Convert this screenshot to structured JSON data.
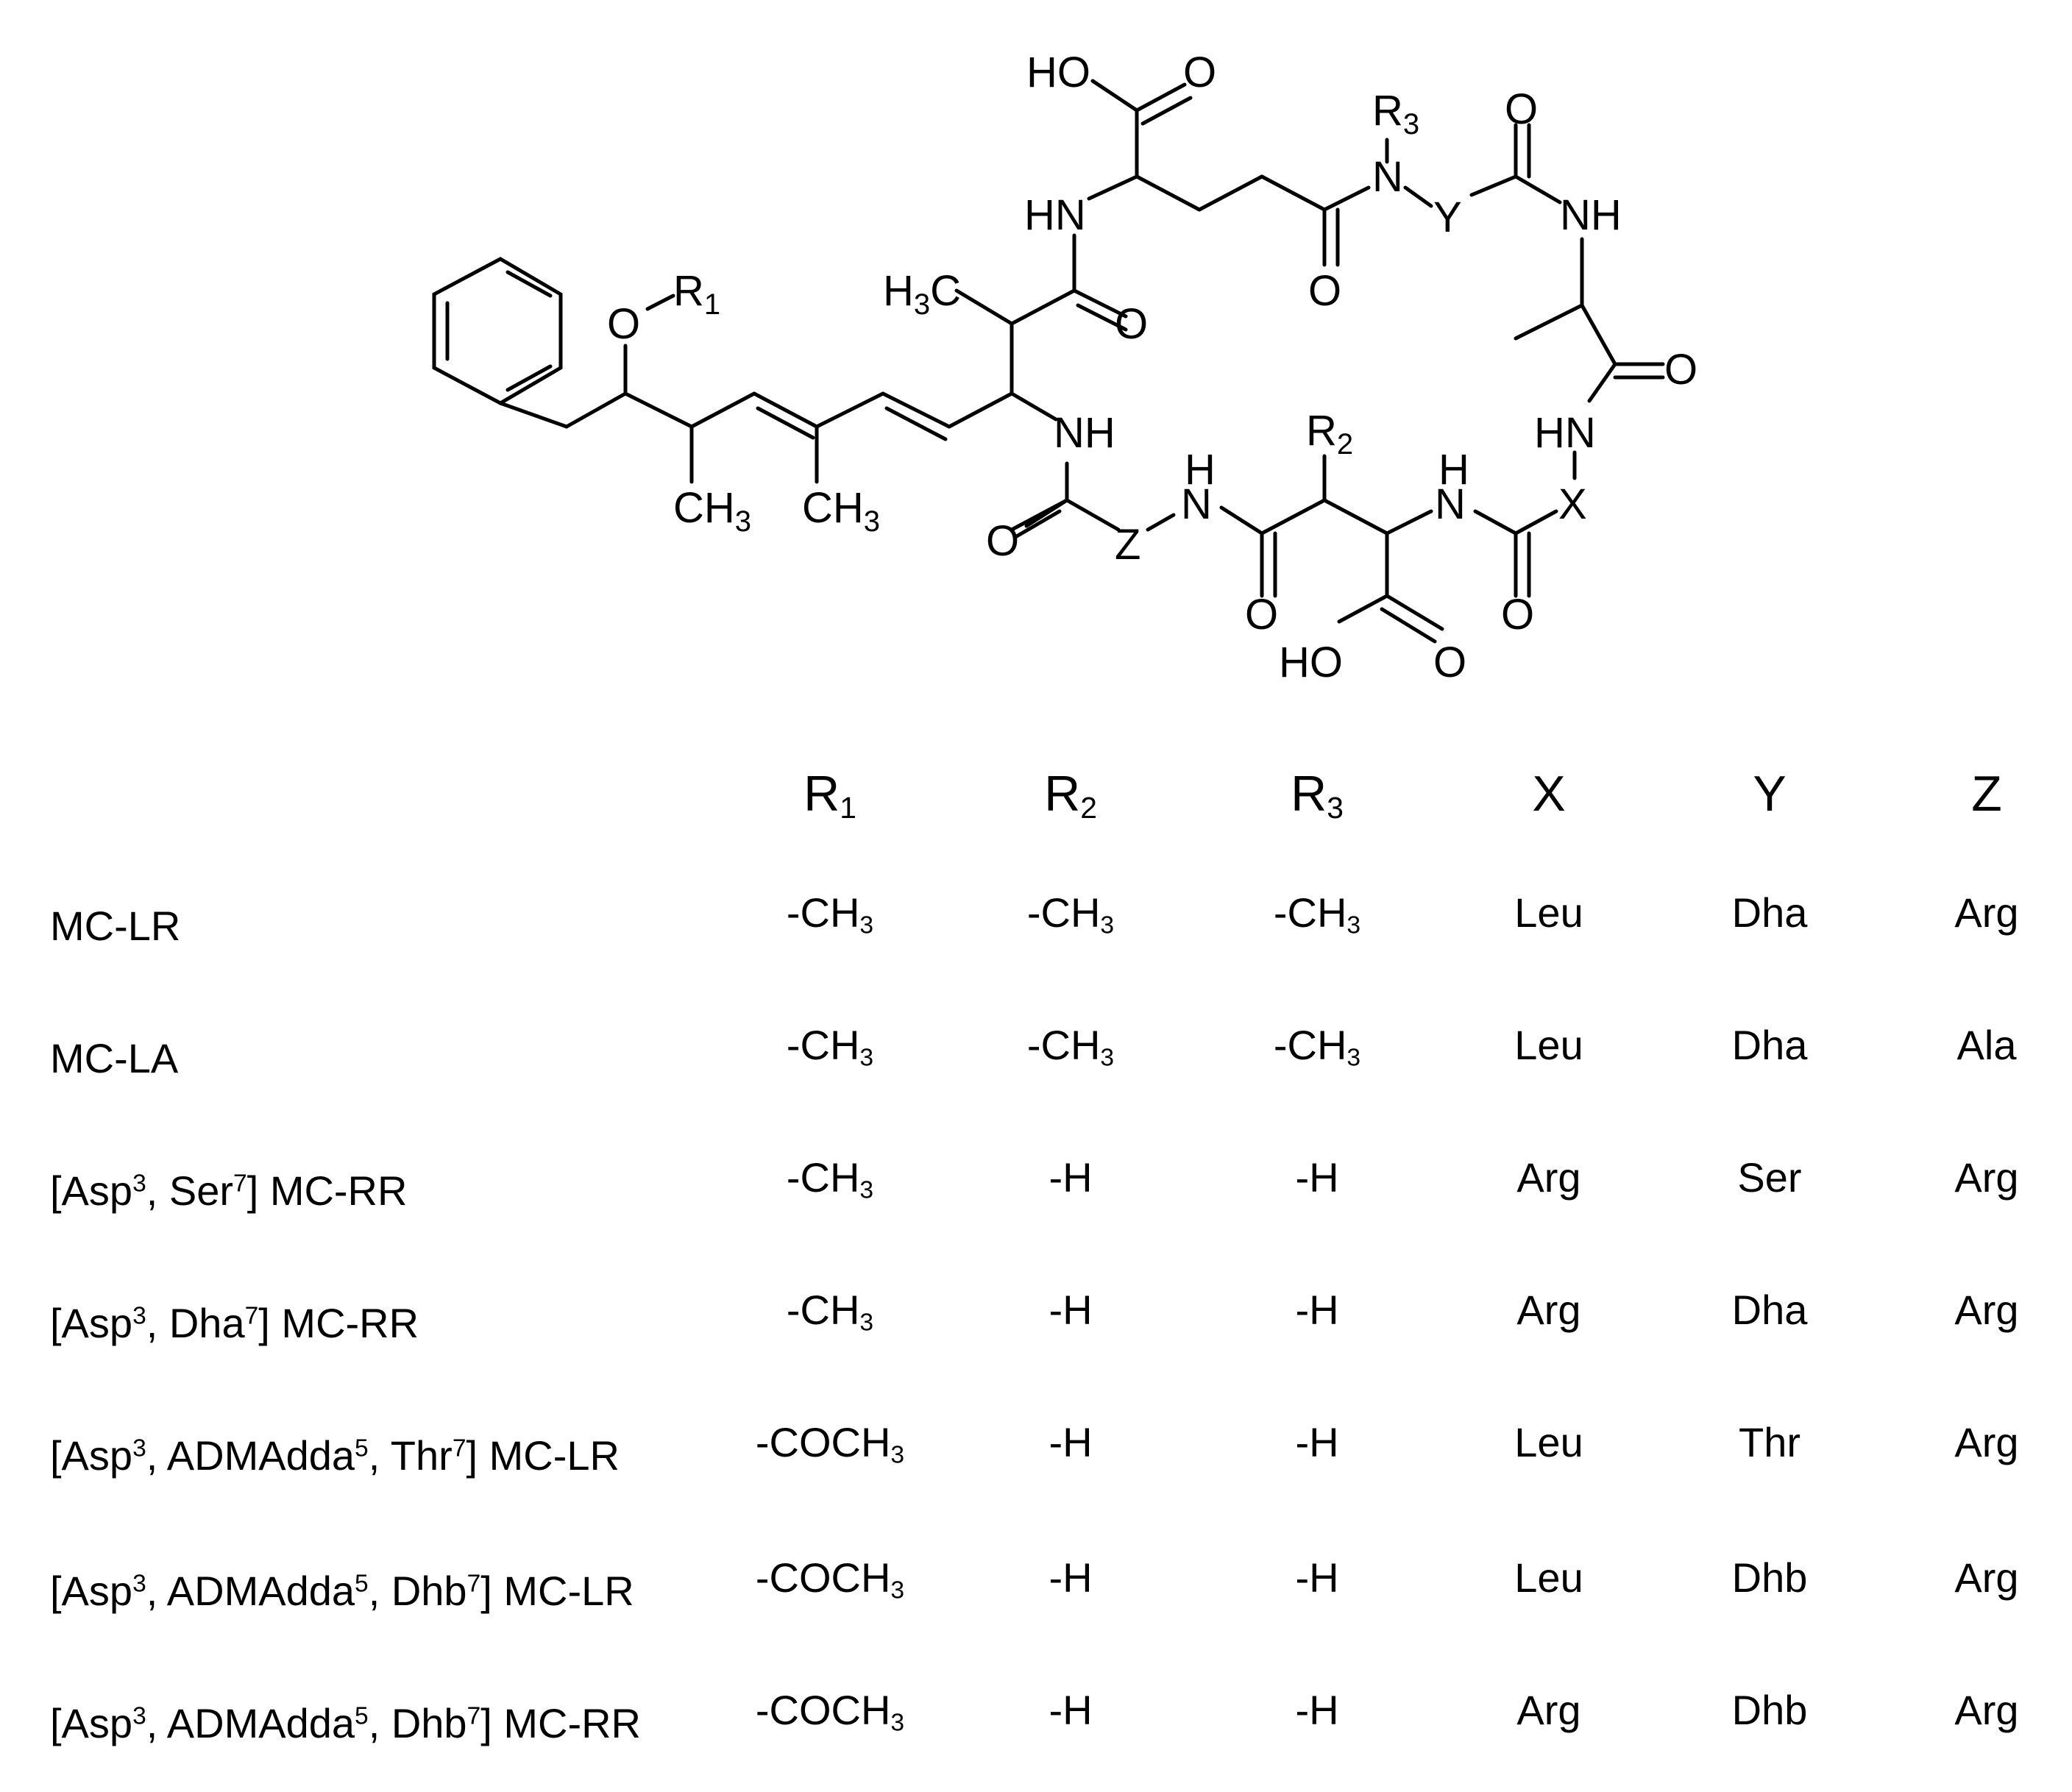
{
  "structure": {
    "labels": {
      "ho_top": "HO",
      "o_top": "O",
      "r3": "R",
      "r3_sub": "3",
      "o_y": "O",
      "n_top": "N",
      "y": "Y",
      "hn_top": "HN",
      "nh_right": "NH",
      "o_amide_top": "O",
      "h3c": "H",
      "h3c_sub": "3",
      "h3c_c": "C",
      "o_amide_left": "O",
      "o_r1": "O",
      "r1": "R",
      "r1_sub": "1",
      "o_ala": "O",
      "nh_mid": "NH",
      "hn_right": "HN",
      "ch3_a": "CH",
      "ch3_a_sub": "3",
      "ch3_b": "CH",
      "ch3_b_sub": "3",
      "r2": "R",
      "r2_sub": "2",
      "h_left": "H",
      "n_left": "N",
      "h_right": "H",
      "n_right": "N",
      "x": "X",
      "o_left": "O",
      "z": "Z",
      "o_bottom_a": "O",
      "o_bottom_b": "O",
      "ho_bottom": "HO",
      "o_bottom_c": "O"
    }
  },
  "table": {
    "headers": [
      {
        "main": "R",
        "sub": "1"
      },
      {
        "main": "R",
        "sub": "2"
      },
      {
        "main": "R",
        "sub": "3"
      },
      {
        "main": "X",
        "sub": ""
      },
      {
        "main": "Y",
        "sub": ""
      },
      {
        "main": "Z",
        "sub": ""
      }
    ],
    "rows": [
      {
        "name": [
          {
            "t": "MC-LR"
          }
        ],
        "cells": [
          "-CH|3",
          "-CH|3",
          "-CH|3",
          "Leu",
          "Dha",
          "Arg"
        ]
      },
      {
        "name": [
          {
            "t": "MC-LA"
          }
        ],
        "cells": [
          "-CH|3",
          "-CH|3",
          "-CH|3",
          "Leu",
          "Dha",
          "Ala"
        ]
      },
      {
        "name": [
          {
            "t": "[Asp"
          },
          {
            "sup": "3"
          },
          {
            "t": ", Ser"
          },
          {
            "sup": "7"
          },
          {
            "t": "] MC-RR"
          }
        ],
        "cells": [
          "-CH|3",
          "-H",
          "-H",
          "Arg",
          "Ser",
          "Arg"
        ]
      },
      {
        "name": [
          {
            "t": "[Asp"
          },
          {
            "sup": "3"
          },
          {
            "t": ", Dha"
          },
          {
            "sup": "7"
          },
          {
            "t": "] MC-RR"
          }
        ],
        "cells": [
          "-CH|3",
          "-H",
          "-H",
          "Arg",
          "Dha",
          "Arg"
        ]
      },
      {
        "name": [
          {
            "t": "[Asp"
          },
          {
            "sup": "3"
          },
          {
            "t": ", ADMAdda"
          },
          {
            "sup": "5"
          },
          {
            "t": ", Thr"
          },
          {
            "sup": "7"
          },
          {
            "t": "] MC-LR"
          }
        ],
        "cells": [
          "-COCH|3",
          "-H",
          "-H",
          "Leu",
          "Thr",
          "Arg"
        ]
      },
      {
        "name": [
          {
            "t": "[Asp"
          },
          {
            "sup": "3"
          },
          {
            "t": ", ADMAdda"
          },
          {
            "sup": "5"
          },
          {
            "t": ", Dhb"
          },
          {
            "sup": "7"
          },
          {
            "t": "] MC-LR"
          }
        ],
        "cells": [
          "-COCH|3",
          "-H",
          "-H",
          "Leu",
          "Dhb",
          "Arg"
        ]
      },
      {
        "name": [
          {
            "t": "[Asp"
          },
          {
            "sup": "3"
          },
          {
            "t": ", ADMAdda"
          },
          {
            "sup": "5"
          },
          {
            "t": ", Dhb"
          },
          {
            "sup": "7"
          },
          {
            "t": "] MC-RR"
          }
        ],
        "cells": [
          "-COCH|3",
          "-H",
          "-H",
          "Arg",
          "Dhb",
          "Arg"
        ]
      }
    ]
  }
}
